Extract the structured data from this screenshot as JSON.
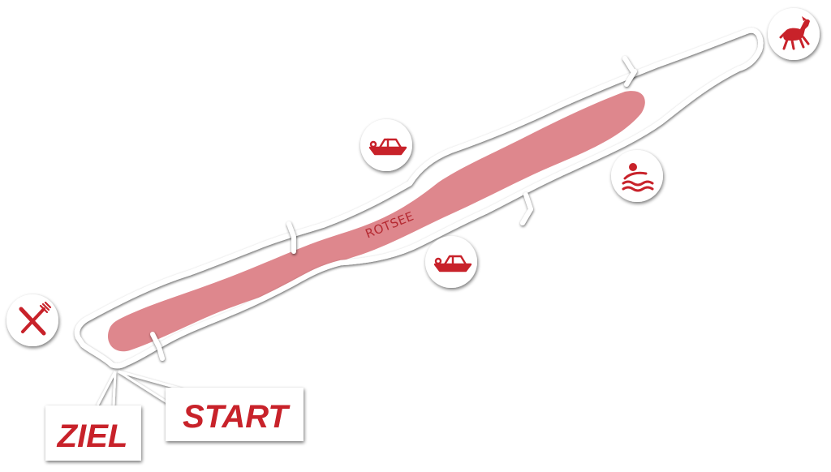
{
  "map": {
    "lake_name": "ROTSEE",
    "colors": {
      "lake": "#de878d",
      "accent": "#c8202a",
      "path": "#ffffff",
      "shadow": "#9a9a9a"
    },
    "labels": {
      "start": "START",
      "finish": "ZIEL"
    },
    "pois": [
      {
        "id": "horse",
        "icon": "horse-icon"
      },
      {
        "id": "boat-north",
        "icon": "motorboat-icon"
      },
      {
        "id": "swimming",
        "icon": "swimmer-icon"
      },
      {
        "id": "boat-south",
        "icon": "motorboat-icon"
      },
      {
        "id": "restaurant",
        "icon": "knife-fork-icon"
      }
    ]
  }
}
